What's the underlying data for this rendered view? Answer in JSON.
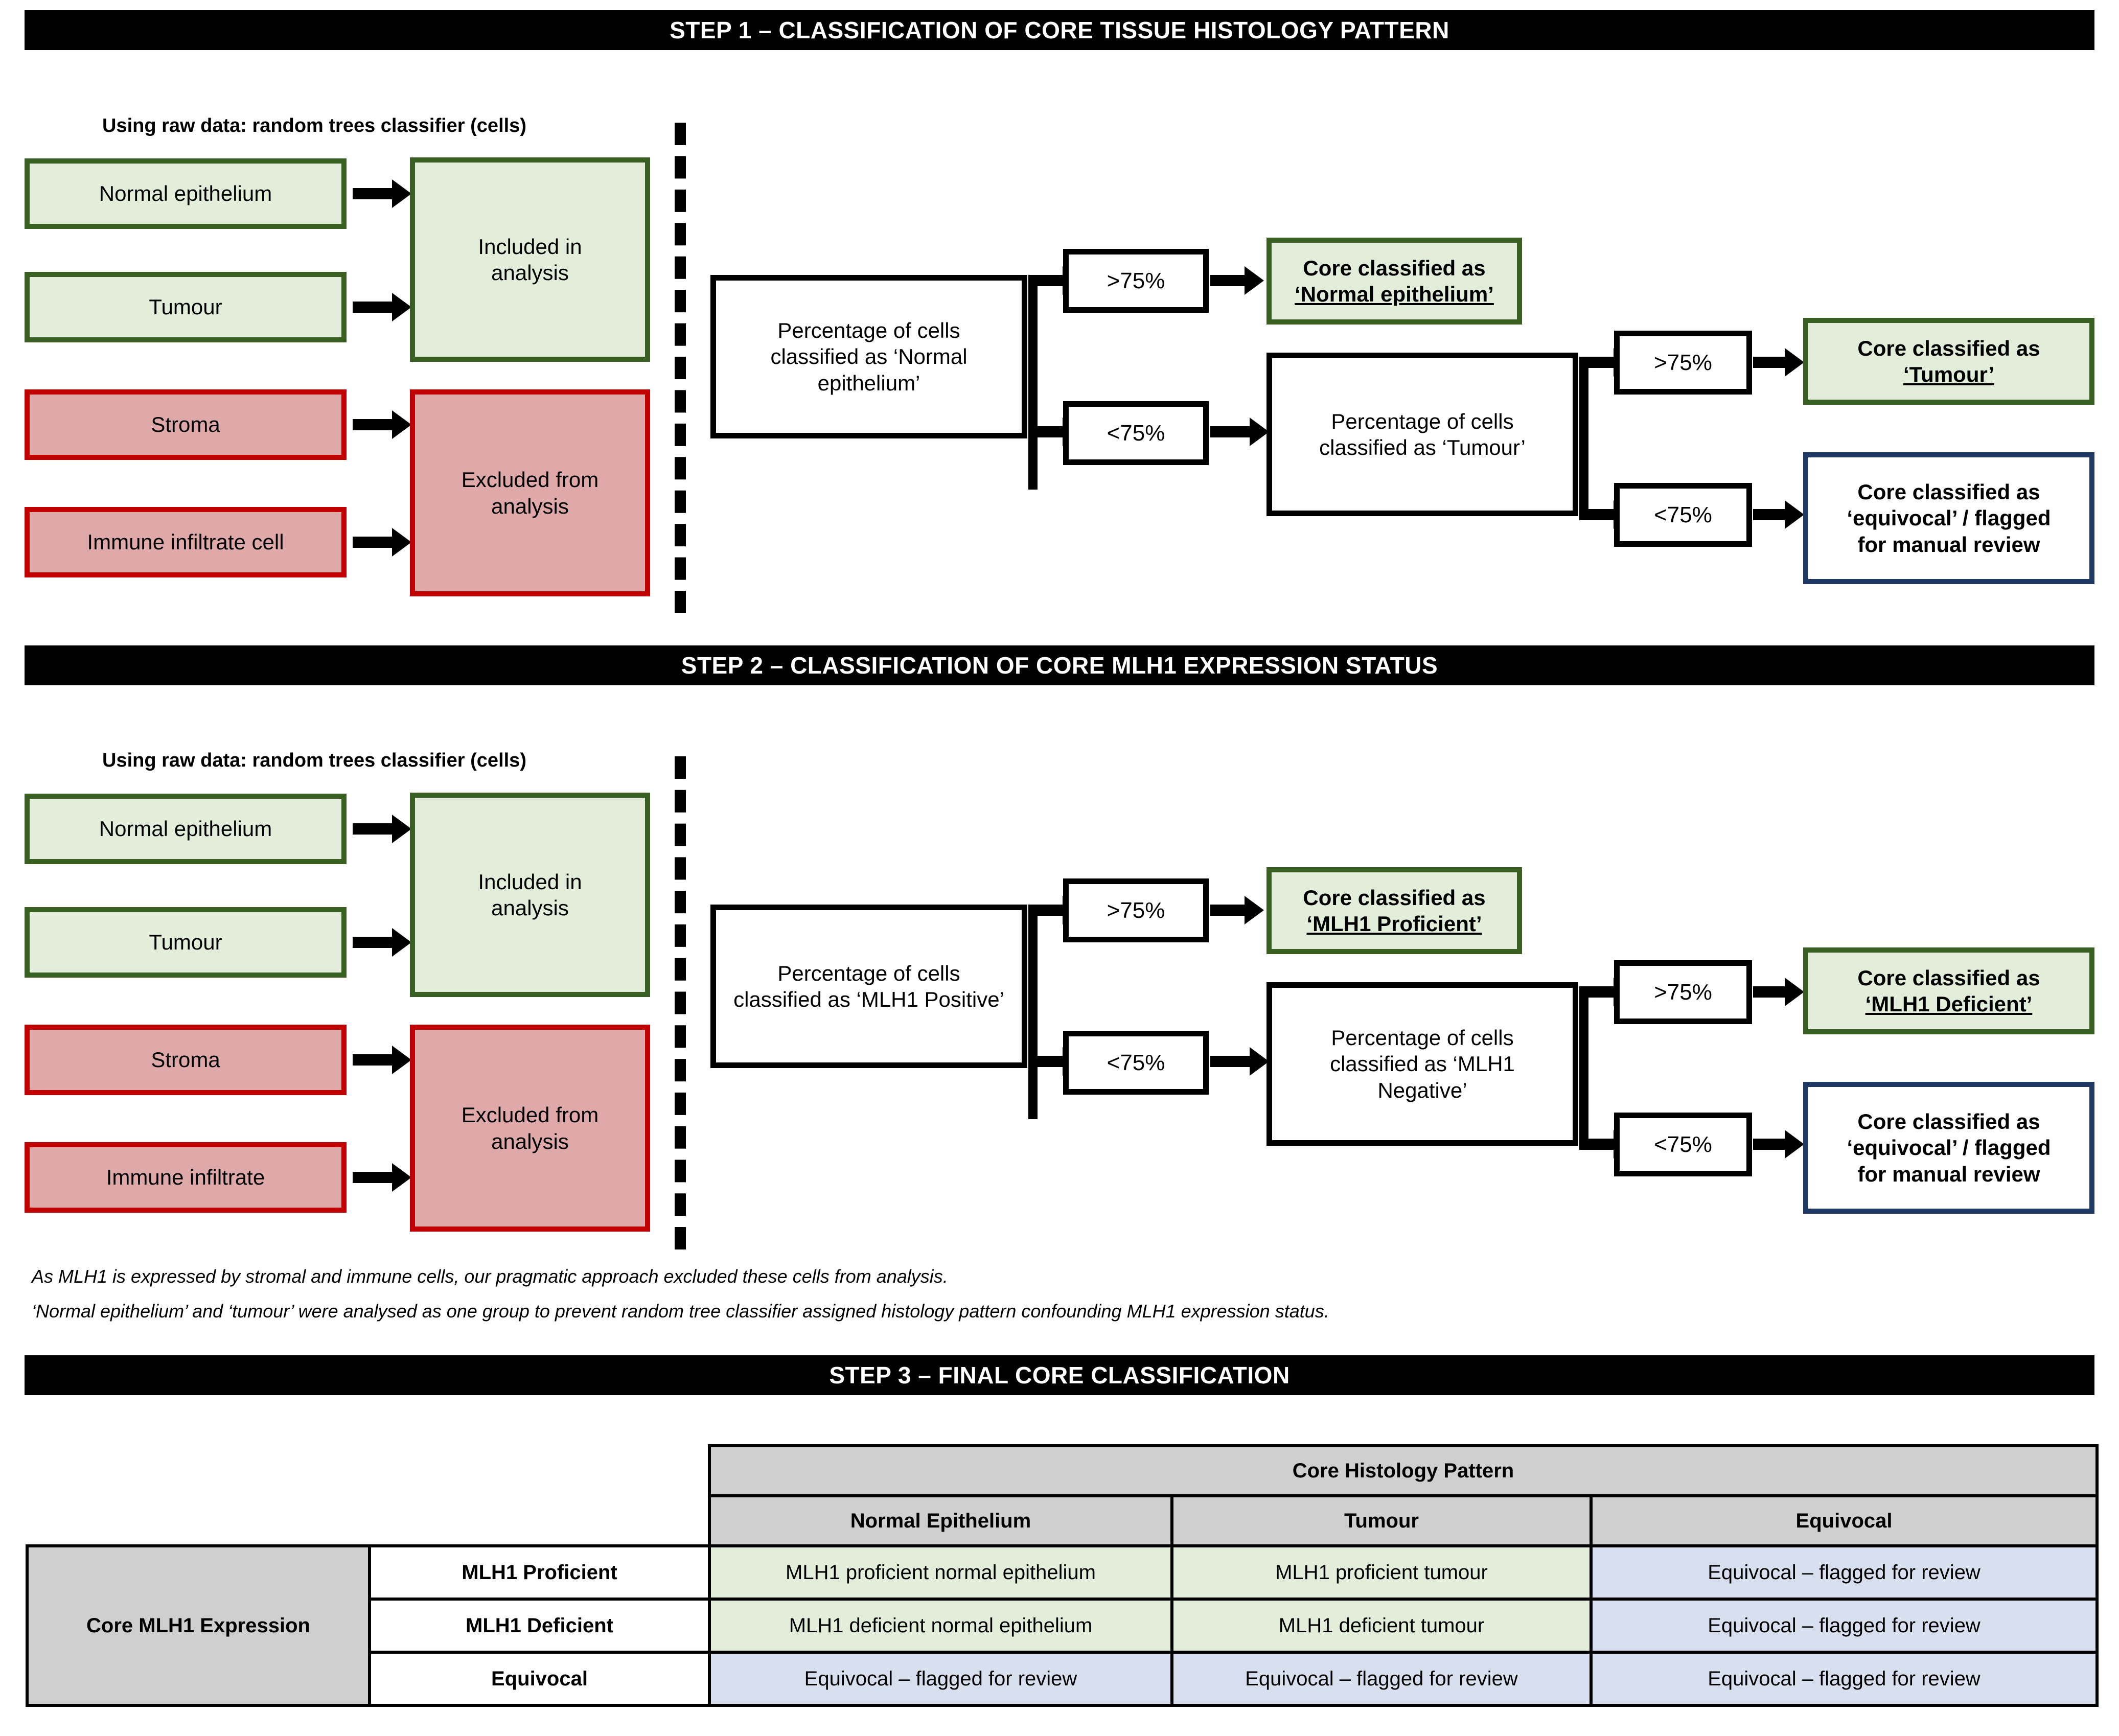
{
  "step1": {
    "banner": "STEP 1 – CLASSIFICATION OF CORE TISSUE HISTOLOGY PATTERN",
    "subcaption": "Using raw data: random trees classifier (cells)",
    "inputs": [
      {
        "label": "Normal epithelium",
        "kind": "green"
      },
      {
        "label": "Tumour",
        "kind": "green"
      },
      {
        "label": "Stroma",
        "kind": "red"
      },
      {
        "label": "Immune infiltrate cell",
        "kind": "red"
      }
    ],
    "groups": [
      {
        "label": "Included in analysis",
        "kind": "green"
      },
      {
        "label": "Excluded from analysis",
        "kind": "red"
      }
    ],
    "decision1": "Percentage of cells classified as ‘Normal epithelium’",
    "decision2": "Percentage of cells classified as ‘Tumour’",
    "gate_high": ">75%",
    "gate_low": "<75%",
    "outcome_normal": {
      "line1": "Core classified as",
      "line2": "‘Normal epithelium’"
    },
    "outcome_tumour": {
      "line1": "Core classified as",
      "line2": "‘Tumour’"
    },
    "outcome_equivocal": {
      "line1": "Core classified as",
      "line2": "‘equivocal’ / flagged",
      "line3": "for manual review"
    }
  },
  "step2": {
    "banner": "STEP 2 – CLASSIFICATION OF CORE MLH1 EXPRESSION STATUS",
    "subcaption": "Using raw data: random trees classifier (cells)",
    "inputs": [
      {
        "label": "Normal epithelium",
        "kind": "green"
      },
      {
        "label": "Tumour",
        "kind": "green"
      },
      {
        "label": "Stroma",
        "kind": "red"
      },
      {
        "label": "Immune infiltrate",
        "kind": "red"
      }
    ],
    "groups": [
      {
        "label": "Included in analysis",
        "kind": "green"
      },
      {
        "label": "Excluded from analysis",
        "kind": "red"
      }
    ],
    "decision1": "Percentage of cells classified as ‘MLH1 Positive’",
    "decision2": "Percentage of cells classified as ‘MLH1 Negative’",
    "gate_high": ">75%",
    "gate_low": "<75%",
    "outcome_proficient": {
      "line1": "Core classified as",
      "line2": "‘MLH1 Proficient’"
    },
    "outcome_deficient": {
      "line1": "Core classified as",
      "line2": "‘MLH1 Deficient’"
    },
    "outcome_equivocal": {
      "line1": "Core classified as",
      "line2": "‘equivocal’ / flagged",
      "line3": "for manual review"
    }
  },
  "footnotes": {
    "line1": "As MLH1 is expressed by stromal and immune cells, our pragmatic approach excluded these cells from analysis.",
    "line2": "‘Normal epithelium’ and ‘tumour’ were analysed as one group to prevent random tree classifier assigned histology pattern confounding MLH1 expression status."
  },
  "step3": {
    "banner": "STEP 3 – FINAL CORE CLASSIFICATION",
    "col_group_header": "Core Histology Pattern",
    "row_group_header": "Core MLH1 Expression",
    "columns": [
      "Normal Epithelium",
      "Tumour",
      "Equivocal"
    ],
    "rows": [
      {
        "label": "MLH1 Proficient",
        "cells": [
          {
            "text": "MLH1 proficient normal epithelium",
            "tone": "green"
          },
          {
            "text": "MLH1 proficient tumour",
            "tone": "green"
          },
          {
            "text": "Equivocal – flagged for review",
            "tone": "blue"
          }
        ]
      },
      {
        "label": "MLH1 Deficient",
        "cells": [
          {
            "text": "MLH1 deficient normal epithelium",
            "tone": "green"
          },
          {
            "text": "MLH1 deficient tumour",
            "tone": "green"
          },
          {
            "text": "Equivocal – flagged for review",
            "tone": "blue"
          }
        ]
      },
      {
        "label": "Equivocal",
        "cells": [
          {
            "text": "Equivocal – flagged for review",
            "tone": "blue"
          },
          {
            "text": "Equivocal – flagged for review",
            "tone": "blue"
          },
          {
            "text": "Equivocal – flagged for review",
            "tone": "blue"
          }
        ]
      }
    ]
  },
  "colors": {
    "green_border": "#3A5F23",
    "green_fill": "#E2EEDA",
    "red_border": "#C00000",
    "red_fill": "#DFA9A9",
    "blue_border": "#1F3864",
    "blue_cell_fill": "#D8E0F0",
    "grey_header": "#CFCFCF",
    "banner_bg": "#000000"
  }
}
